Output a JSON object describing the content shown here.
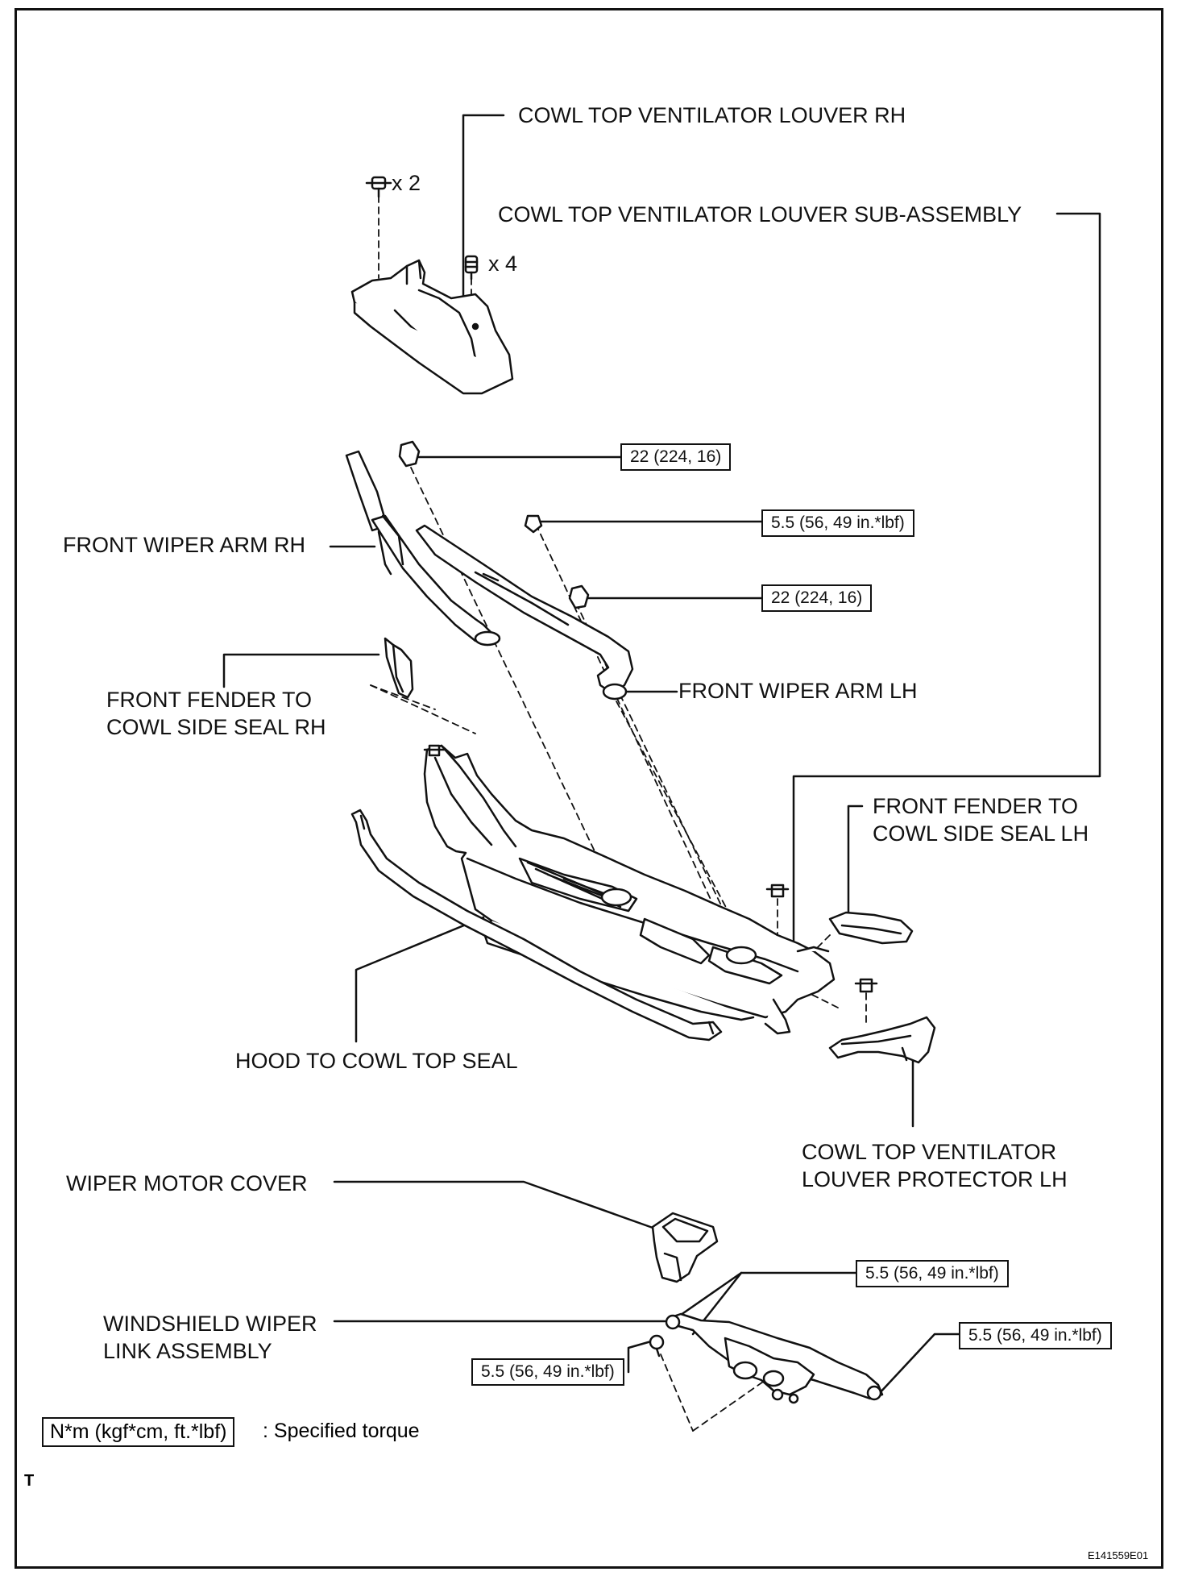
{
  "labels": {
    "louver_rh": "COWL TOP VENTILATOR LOUVER RH",
    "louver_sub": "COWL TOP VENTILATOR LOUVER SUB-ASSEMBLY",
    "arm_rh": "FRONT WIPER ARM RH",
    "arm_lh": "FRONT WIPER ARM LH",
    "seal_rh_line1": "FRONT FENDER TO",
    "seal_rh_line2": "COWL SIDE SEAL RH",
    "seal_lh_line1": "FRONT FENDER TO",
    "seal_lh_line2": "COWL SIDE SEAL LH",
    "hood_seal": "HOOD TO COWL TOP SEAL",
    "protector_line1": "COWL TOP VENTILATOR",
    "protector_line2": "LOUVER PROTECTOR LH",
    "motor_cover": "WIPER MOTOR COVER",
    "link_line1": "WINDSHIELD WIPER",
    "link_line2": "LINK ASSEMBLY"
  },
  "quantities": {
    "clip_x2": "x 2",
    "clip_x4": "x 4"
  },
  "torques": {
    "t1": "22 (224, 16)",
    "t2": "5.5 (56, 49 in.*lbf)",
    "t3": "22 (224, 16)",
    "t4": "5.5 (56, 49 in.*lbf)",
    "t5": "5.5 (56, 49 in.*lbf)",
    "t6": "5.5 (56, 49 in.*lbf)"
  },
  "legend": {
    "box": "N*m (kgf*cm, ft.*lbf)",
    "text": ": Specified torque"
  },
  "marks": {
    "corner": "T",
    "figure_code": "E141559E01"
  }
}
